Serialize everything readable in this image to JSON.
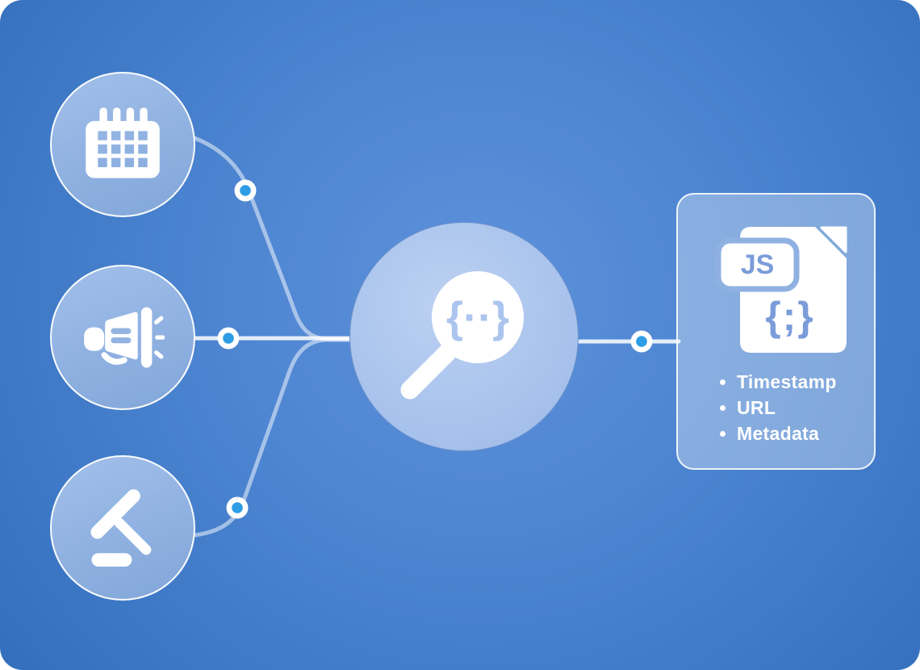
{
  "diagram": {
    "center_icon": "code-scan-magnifier",
    "center_braces": "{··}",
    "source_icons": [
      "calendar",
      "megaphone",
      "gavel"
    ],
    "connector_nodes": 4
  },
  "card": {
    "file_badge": "JS",
    "file_braces": "{;}",
    "items": [
      "Timestamp",
      "URL",
      "Metadata"
    ]
  },
  "colors": {
    "background_center": "#5E91DA",
    "background_edge": "#2963AC",
    "node_fill": "#93B4E1",
    "hub_fill": "#AAC4ED",
    "card_fill": "#8FB1E2",
    "connector_line": "#FFFFFF",
    "connector_dot": "#2D9DE5",
    "file_blue": "#7B9CD9",
    "list_text": "#FFFFFF"
  }
}
